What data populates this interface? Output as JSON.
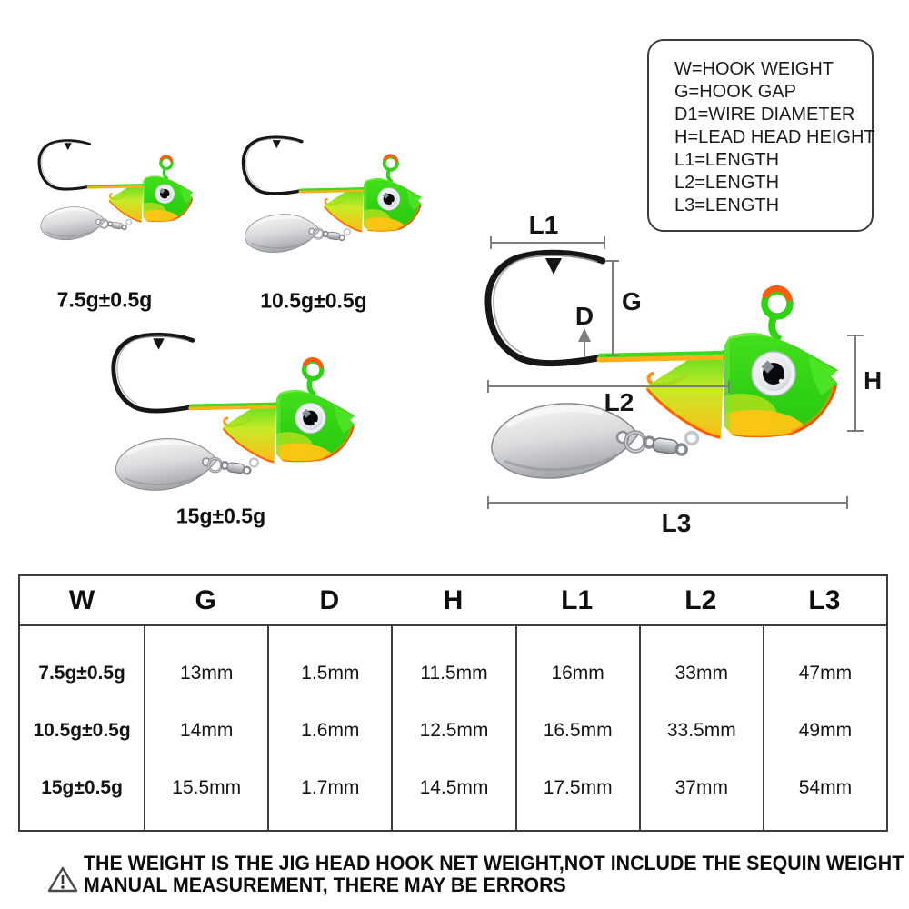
{
  "legend": {
    "lines": [
      "W=HOOK WEIGHT",
      "G=HOOK GAP",
      "D1=WIRE DIAMETER",
      "H=LEAD HEAD HEIGHT",
      "L1=LENGTH",
      "L2=LENGTH",
      "L3=LENGTH"
    ]
  },
  "products": [
    {
      "weight_label": "7.5g±0.5g"
    },
    {
      "weight_label": "10.5g±0.5g"
    },
    {
      "weight_label": "15g±0.5g"
    }
  ],
  "diagram": {
    "dims": {
      "l1": "L1",
      "g": "G",
      "d": "D",
      "h": "H",
      "l2": "L2",
      "l3": "L3"
    }
  },
  "spec_table": {
    "columns": [
      "W",
      "G",
      "D",
      "H",
      "L1",
      "L2",
      "L3"
    ],
    "rows": [
      [
        "7.5g±0.5g",
        "13mm",
        "1.5mm",
        "11.5mm",
        "16mm",
        "33mm",
        "47mm"
      ],
      [
        "10.5g±0.5g",
        "14mm",
        "1.6mm",
        "12.5mm",
        "16.5mm",
        "33.5mm",
        "49mm"
      ],
      [
        "15g±0.5g",
        "15.5mm",
        "1.7mm",
        "14.5mm",
        "17.5mm",
        "37mm",
        "54mm"
      ]
    ]
  },
  "footnote": {
    "line1": "THE WEIGHT IS THE JIG HEAD HOOK NET WEIGHT,NOT INCLUDE THE SEQUIN WEIGHT",
    "line2": "MANUAL MEASUREMENT, THERE MAY BE ERRORS"
  },
  "colors": {
    "body_green": "#2fd013",
    "belly_yellow": "#ffc215",
    "trim_red": "#ff5408",
    "accent_orange": "#ff9214",
    "blade_silver": "#b9bcbf",
    "dimension_gray": "#7d7d7d"
  }
}
